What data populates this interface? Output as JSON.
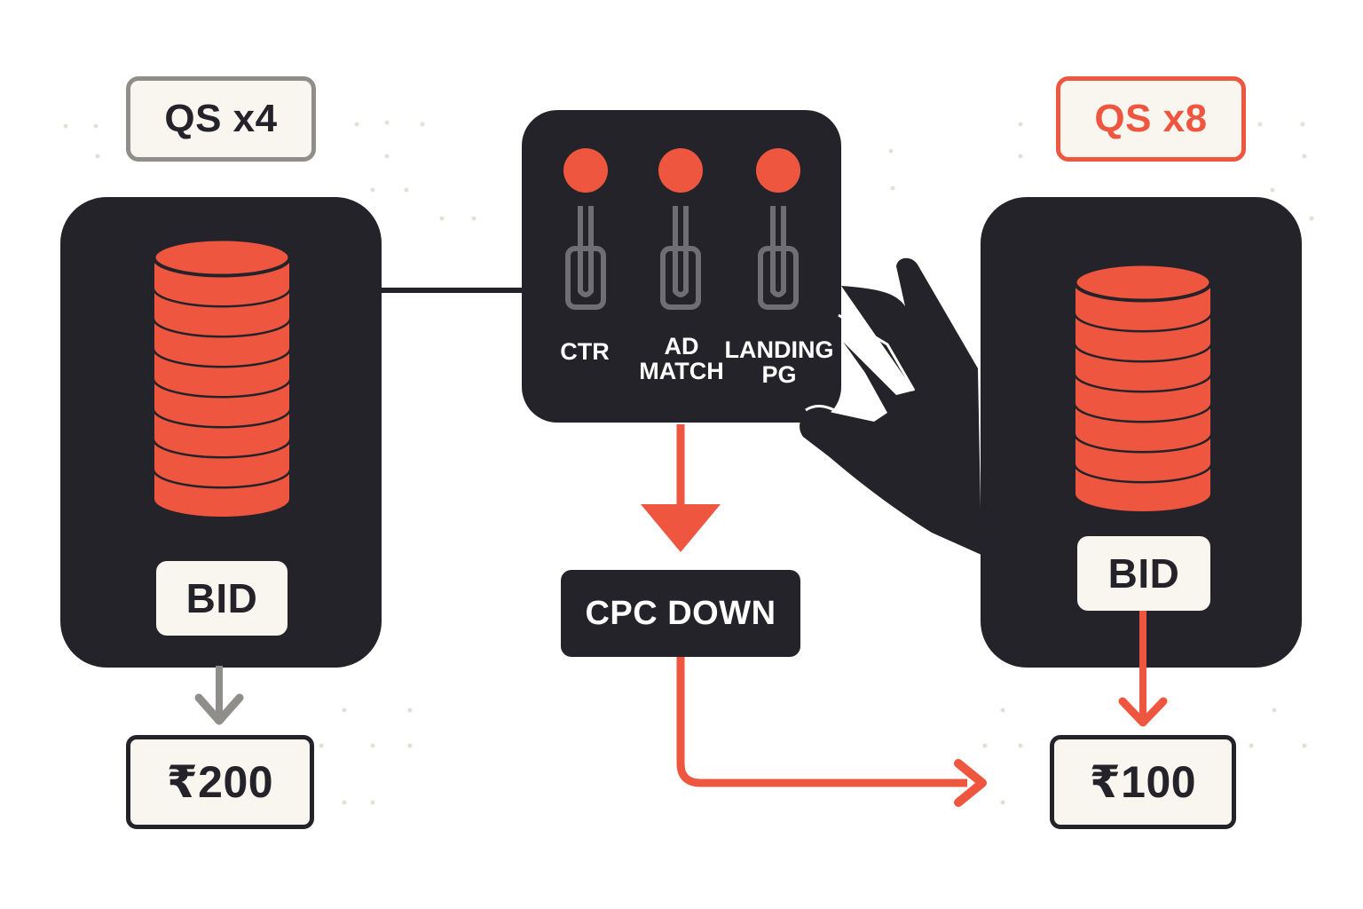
{
  "colors": {
    "dark": "#25232a",
    "accent": "#ef5640",
    "accent_dark": "#d9432f",
    "cream": "#f9f6f0",
    "muted": "#8f8e8b",
    "slot": "#6f6e72"
  },
  "icons": {
    "coins": "coin-stack-icon",
    "control": "lever-panel-icon",
    "hand": "hand-icon"
  },
  "left": {
    "qs_label": "QS x4",
    "bid_label": "BID",
    "price": "₹200",
    "coin_count": 8
  },
  "right": {
    "qs_label": "QS x8",
    "bid_label": "BID",
    "price": "₹100",
    "coin_count": 7
  },
  "control_panel": {
    "knobs": [
      {
        "label_line1": "CTR",
        "label_line2": ""
      },
      {
        "label_line1": "AD",
        "label_line2": "MATCH"
      },
      {
        "label_line1": "LANDING",
        "label_line2": "PG"
      }
    ]
  },
  "cpc_label": "CPC DOWN"
}
